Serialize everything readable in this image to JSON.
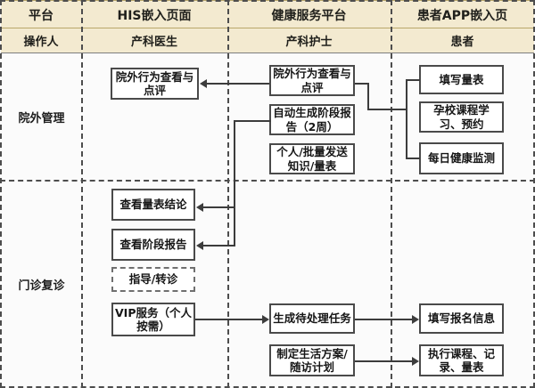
{
  "header": {
    "row1": [
      {
        "label": "平台"
      },
      {
        "label": "HIS嵌入页面"
      },
      {
        "label": "健康服务平台"
      },
      {
        "label": "患者APP嵌入页"
      }
    ],
    "row2": [
      {
        "label": "操作人"
      },
      {
        "label": "产科医生"
      },
      {
        "label": "产科护士"
      },
      {
        "label": "患者"
      }
    ],
    "background_color": "#F3EAD0",
    "rule_color": "#B9A76A"
  },
  "rows": [
    {
      "label": "院外管理"
    },
    {
      "label": "门诊复诊"
    }
  ],
  "nodes": {
    "his_out_review": "院外行为查看与点评",
    "hsp_out_review": "院外行为查看与点评",
    "hsp_auto_report": "自动生成阶段报告（2周）",
    "hsp_send_knowledge": "个人/批量发送知识/量表",
    "app_fill_scale": "填写量表",
    "app_course": "孕校课程学习、预约",
    "app_daily_monitor": "每日健康监测",
    "his_view_scale": "查看量表结论",
    "his_view_report": "查看阶段报告",
    "his_guide_referral": "指导/转诊",
    "his_vip": "VIP服务（个人按需）",
    "hsp_pending_task": "生成待处理任务",
    "hsp_life_plan": "制定生活方案/随访计划",
    "app_signup": "填写报名信息",
    "app_execute": "执行课程、记录、量表"
  },
  "colors": {
    "box_border": "#4A4A4A",
    "connector": "#3C3C3C",
    "grid_dash": "#4D4D4D",
    "canvas": "#FBFBFB"
  }
}
